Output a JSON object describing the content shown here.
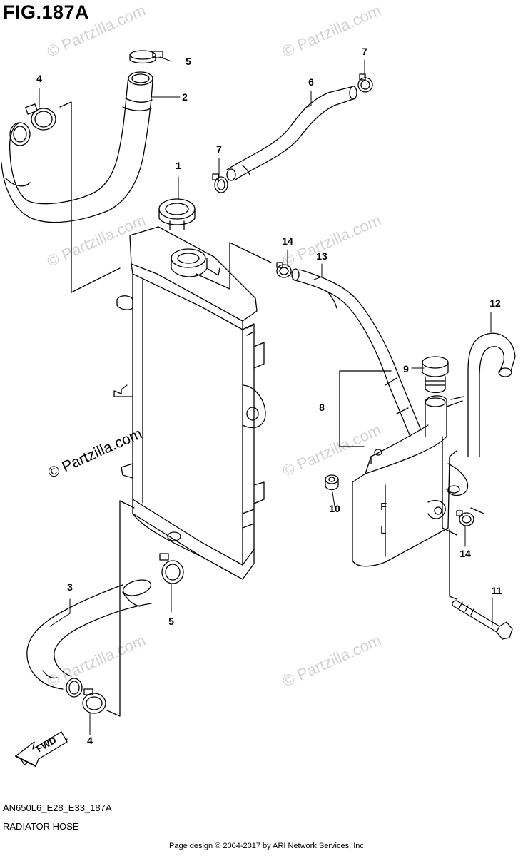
{
  "figure": {
    "title": "FIG.187A",
    "code": "AN650L6_E28_E33_187A",
    "name": "RADIATOR HOSE",
    "credit": "Page design © 2004-2017 by ARI Network Services, Inc."
  },
  "watermark": {
    "text": "© Partzilla.com",
    "main_text": "© Partzilla.com"
  },
  "fwd_label": "FWD",
  "callouts": [
    {
      "id": "1",
      "label": "1"
    },
    {
      "id": "2",
      "label": "2"
    },
    {
      "id": "3",
      "label": "3"
    },
    {
      "id": "4a",
      "label": "4"
    },
    {
      "id": "4b",
      "label": "4"
    },
    {
      "id": "5a",
      "label": "5"
    },
    {
      "id": "5b",
      "label": "5"
    },
    {
      "id": "6",
      "label": "6"
    },
    {
      "id": "7a",
      "label": "7"
    },
    {
      "id": "7b",
      "label": "7"
    },
    {
      "id": "8",
      "label": "8"
    },
    {
      "id": "9",
      "label": "9"
    },
    {
      "id": "10",
      "label": "10"
    },
    {
      "id": "11",
      "label": "11"
    },
    {
      "id": "12",
      "label": "12"
    },
    {
      "id": "13",
      "label": "13"
    },
    {
      "id": "14a",
      "label": "14"
    },
    {
      "id": "14b",
      "label": "14"
    }
  ],
  "tank_marks": {
    "full": "F",
    "low": "L"
  },
  "colors": {
    "line": "#000000",
    "watermark": "#d2d2d2"
  }
}
